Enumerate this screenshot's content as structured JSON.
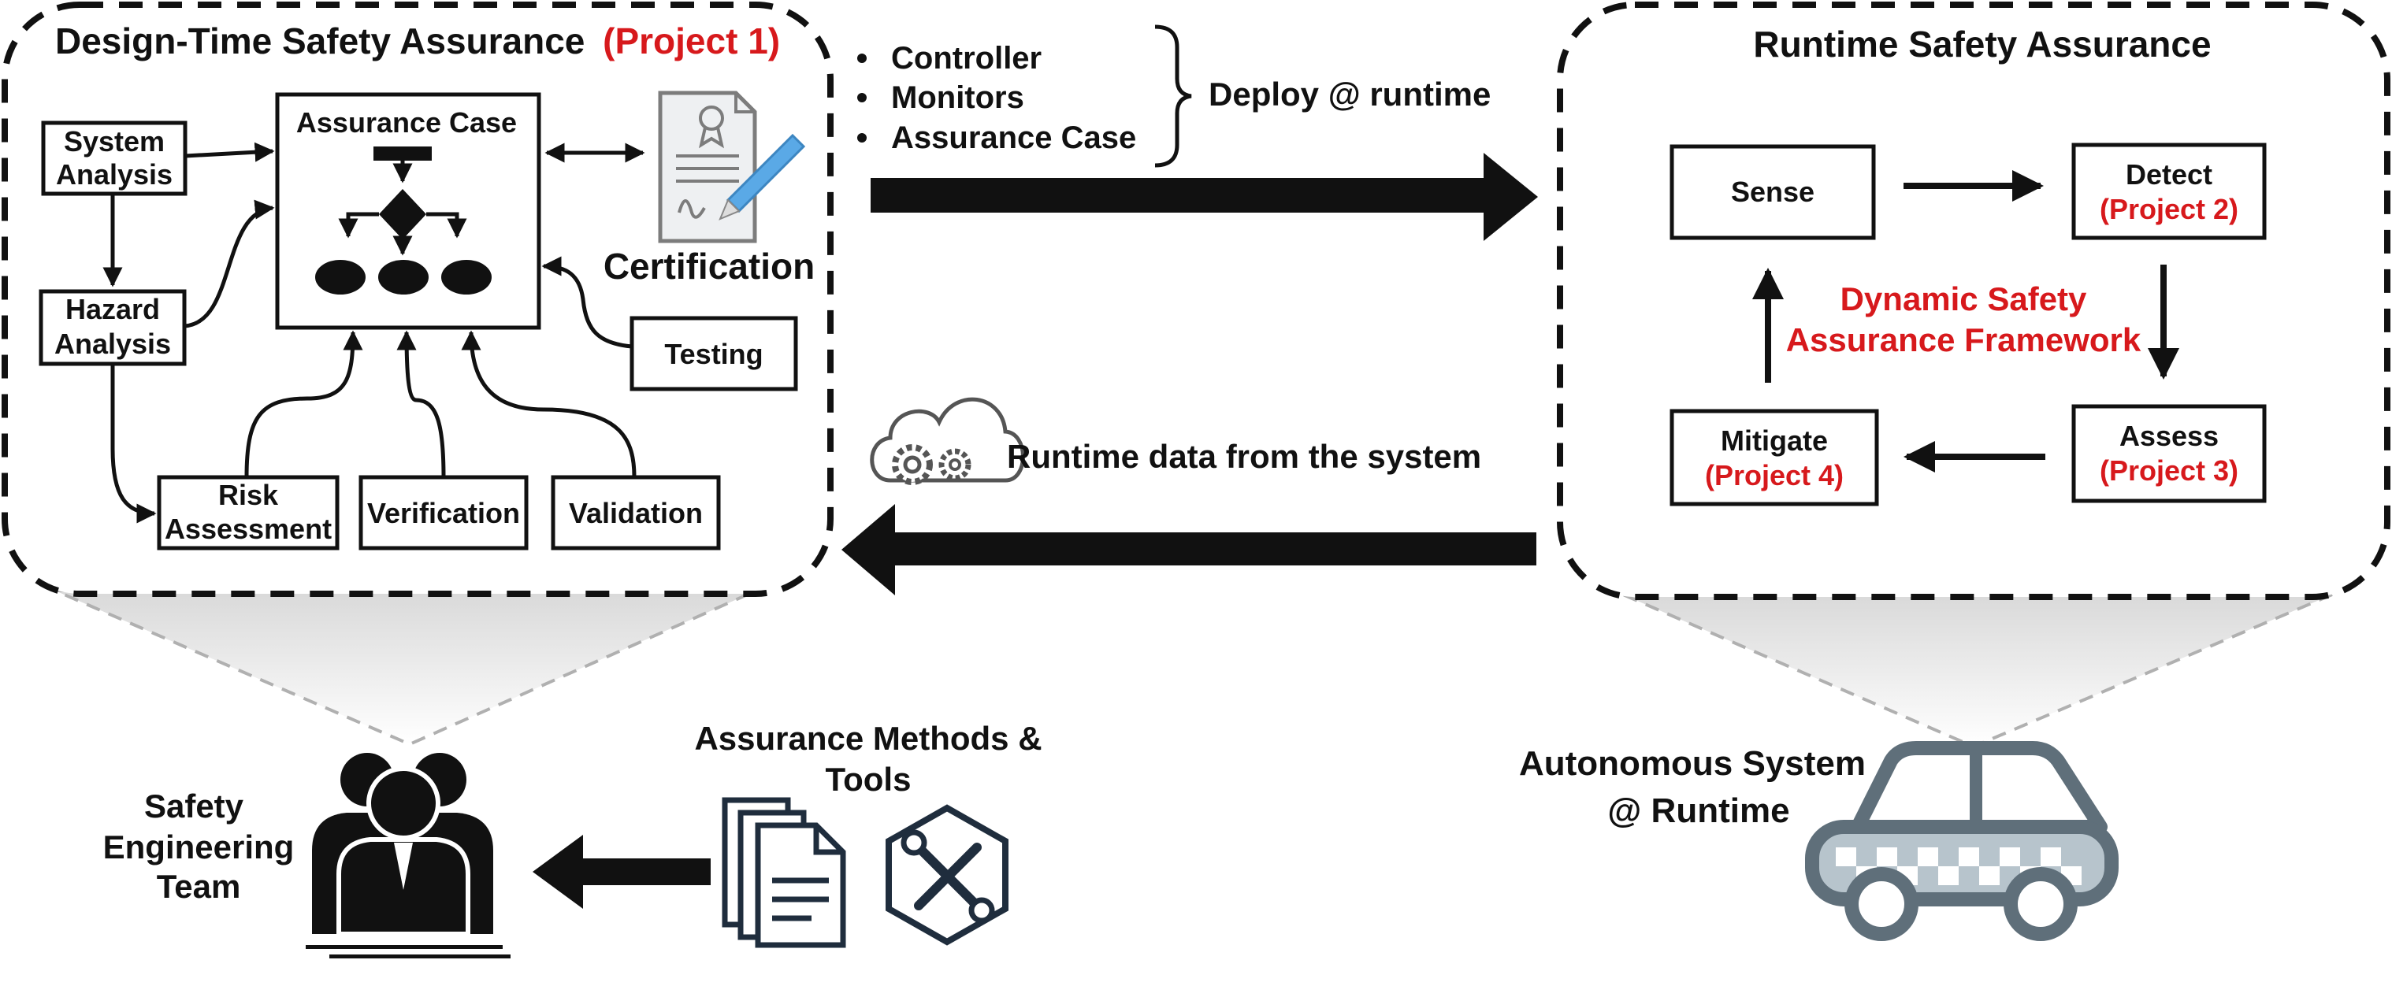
{
  "colors": {
    "accent_red": "#d7191c",
    "ink": "#111111",
    "icon_slate": "#5f6f7a",
    "icon_light": "#b7c4cc"
  },
  "design_time": {
    "title": "Design-Time Safety Assurance",
    "project": "(Project 1)",
    "system_analysis": [
      "System",
      "Analysis"
    ],
    "hazard_analysis": [
      "Hazard",
      "Analysis"
    ],
    "assurance_case": "Assurance Case",
    "certification": "Certification",
    "testing": "Testing",
    "risk_assessment": [
      "Risk",
      "Assessment"
    ],
    "verification": "Verification",
    "validation": "Validation"
  },
  "deploy": {
    "items": [
      "Controller",
      "Monitors",
      "Assurance Case"
    ],
    "label": "Deploy @ runtime"
  },
  "runtime_data": {
    "label": "Runtime data from the system",
    "icon": "cloud-gears-icon"
  },
  "runtime": {
    "title": "Runtime Safety Assurance",
    "sense": "Sense",
    "detect": "Detect",
    "detect_project": "(Project 2)",
    "assess": "Assess",
    "assess_project": "(Project 3)",
    "mitigate": "Mitigate",
    "mitigate_project": "(Project 4)",
    "framework": [
      "Dynamic Safety",
      "Assurance Framework"
    ]
  },
  "bottom": {
    "team": [
      "Safety",
      "Engineering",
      "Team"
    ],
    "methods": [
      "Assurance Methods &",
      "Tools"
    ],
    "autonomous": [
      "Autonomous System",
      "@ Runtime"
    ]
  }
}
